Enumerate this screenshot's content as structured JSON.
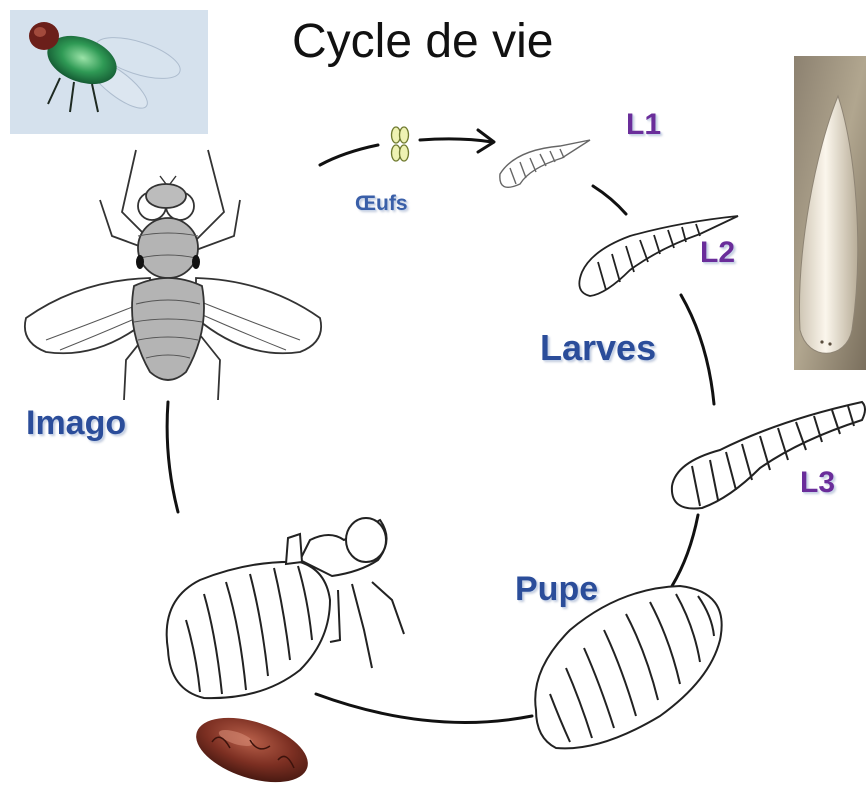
{
  "title": "Cycle de vie",
  "stages": {
    "imago": "Imago",
    "eggs": "Œufs",
    "larvae": "Larves",
    "pupa": "Pupe",
    "l1": "L1",
    "l2": "L2",
    "l3": "L3"
  },
  "colors": {
    "stage_label": "#2b4d9a",
    "instar_label": "#6a2d9a",
    "fly_body": "#b4b4b4",
    "line": "#111111"
  },
  "photos": [
    "green-bottle-fly-photo",
    "maggot-photo",
    "puparium-photo"
  ]
}
